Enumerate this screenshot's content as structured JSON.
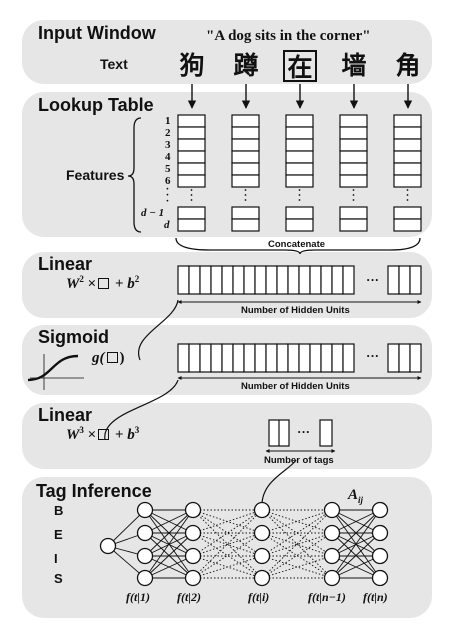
{
  "input_window": {
    "title": "Input Window",
    "text_label": "Text",
    "sentence": "\"A dog sits in the corner\"",
    "characters": [
      "狗",
      "蹲",
      "在",
      "墙",
      "角"
    ]
  },
  "lookup_table": {
    "title": "Lookup Table",
    "features_label": "Features",
    "row_numbers": [
      "1",
      "2",
      "3",
      "4",
      "5",
      "6"
    ],
    "row_dim_minus": "d − 1",
    "row_dim": "d",
    "concatenate_label": "Concatenate"
  },
  "linear1": {
    "title": "Linear",
    "formula_w": "W",
    "formula_w_sup": "2",
    "formula_b": "+ b",
    "formula_b_sup": "2",
    "times": "×",
    "ellipsis": "···",
    "hidden_units_label": "Number of Hidden Units"
  },
  "sigmoid": {
    "title": "Sigmoid",
    "formula_g": "g(",
    "formula_close": ")",
    "ellipsis": "···",
    "hidden_units_label": "Number of Hidden Units"
  },
  "linear2": {
    "title": "Linear",
    "formula_w": "W",
    "formula_w_sup": "3",
    "formula_b": "+ b",
    "formula_b_sup": "3",
    "times": "×",
    "ellipsis": "···",
    "tags_label": "Number of tags"
  },
  "tag_inference": {
    "title": "Tag Inference",
    "tags": [
      "B",
      "E",
      "I",
      "S"
    ],
    "transition_label": "A",
    "transition_sub": "ij",
    "column_labels": [
      "f(t|1)",
      "f(t|2)",
      "f(t|i)",
      "f(t|n−1)",
      "f(t|n)"
    ]
  }
}
